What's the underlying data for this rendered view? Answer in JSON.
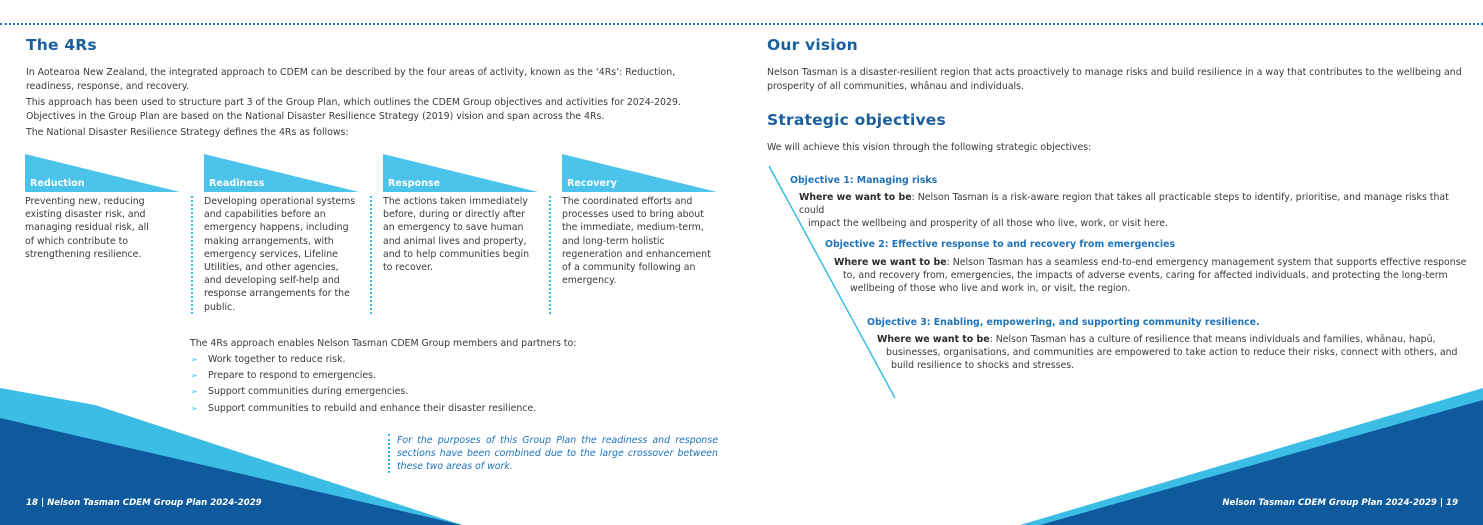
{
  "left": {
    "heading": "The 4Rs",
    "intro_1": "In Aotearoa New Zealand, the integrated approach to CDEM can be described by the four areas of activity, known as the ‘4Rs’: Reduction, readiness, response, and recovery.",
    "intro_2": "This approach has been used to structure part 3 of the Group Plan, which outlines the CDEM Group objectives and activities for 2024-2029.  Objectives in the Group Plan are based on the National Disaster Resilience Strategy (2019) vision and span across the 4Rs.",
    "intro_3": "The National Disaster Resilience Strategy defines the 4Rs as follows:",
    "rs": [
      {
        "label": "Reduction",
        "text": "Preventing new, reducing existing disaster risk, and managing residual risk, all of which contribute to strengthening resilience."
      },
      {
        "label": "Readiness",
        "text": "Developing operational systems and capabilities before an emergency happens, including making arrangements, with emergency services, Lifeline Utilities, and other agencies, and developing self-help and response arrangements for the public."
      },
      {
        "label": "Response",
        "text": "The actions taken immediately before, during or directly after an emergency to save human and animal lives and property, and to help communities begin to recover."
      },
      {
        "label": "Recovery",
        "text": "The coordinated efforts and processes used to bring about the immediate, medium-term, and long-term holistic regeneration and enhancement of a community following an emergency."
      }
    ],
    "enables_intro": "The 4Rs approach enables Nelson Tasman CDEM Group members and partners to:",
    "bullets": [
      "Work together to reduce risk.",
      "Prepare to respond to emergencies.",
      "Support communities during emergencies.",
      "Support communities to rebuild and enhance their disaster resilience."
    ],
    "note": "For the purposes of this Group Plan the readiness and response sections have been combined due to the large crossover between these two areas of work.",
    "footer": "18 | Nelson Tasman CDEM Group Plan 2024-2029"
  },
  "right": {
    "vision_heading": "Our vision",
    "vision_text": "Nelson Tasman is a disaster-resilient region that acts proactively to manage risks and build resilience in a way that contributes to the wellbeing and prosperity of all communities, whānau and individuals.",
    "objectives_heading": "Strategic objectives",
    "objectives_intro": "We will achieve this vision through the following strategic objectives:",
    "where_label": "Where we want to be",
    "objectives": [
      {
        "title": "Objective 1: Managing risks",
        "line1": ": Nelson Tasman is a risk-aware region that takes all practicable steps to identify, prioritise, and manage risks that could",
        "line2": "impact the wellbeing and prosperity of all those who live, work, or visit here."
      },
      {
        "title": "Objective 2: Effective response to and recovery from emergencies",
        "line1": ": Nelson Tasman has a seamless end-to-end emergency management system that supports effective response",
        "line2": "to, and recovery from, emergencies, the impacts of adverse events, caring for affected individuals, and protecting the long-term",
        "line3": "wellbeing of those who live and work in, or visit, the region."
      },
      {
        "title": "Objective 3: Enabling, empowering, and supporting community resilience.",
        "line1": ": Nelson Tasman has a culture of resilience that means individuals and families, whānau, hapū,",
        "line2": "businesses, organisations, and communities are empowered to take action to reduce their risks, connect with others, and",
        "line3": "build resilience to shocks and stresses."
      }
    ],
    "footer": "Nelson Tasman CDEM Group Plan 2024-2029 | 19"
  },
  "colors": {
    "heading": "#1a5f9e",
    "accent_light": "#3bbde6",
    "accent_dark": "#0f5a9c",
    "body_text": "#3a3a3a"
  }
}
